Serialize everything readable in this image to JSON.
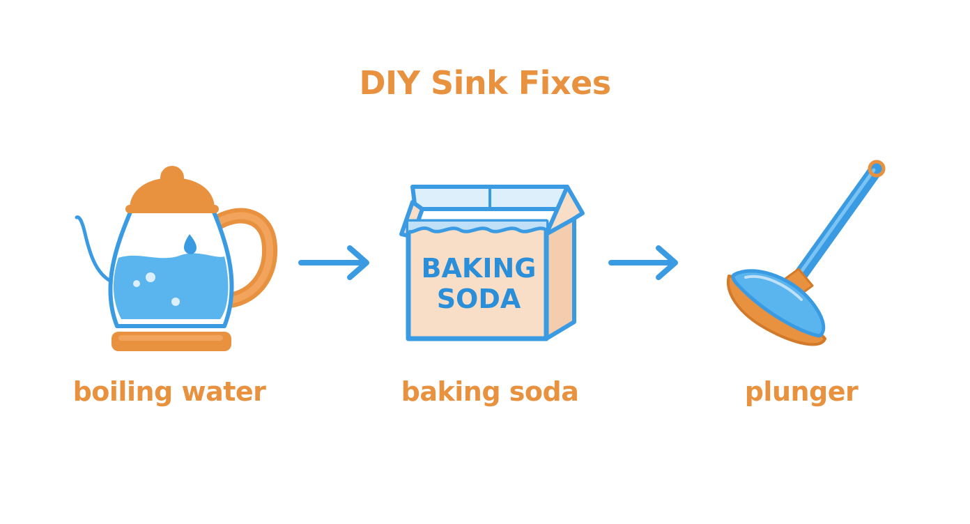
{
  "title": "DIY Sink Fixes",
  "colors": {
    "orange": "#E8913F",
    "blue": "#3A9BE3",
    "light_blue": "#5AB4EE",
    "box_fill": "#F9DEC7"
  },
  "steps": [
    {
      "label": "boiling water",
      "icon": "kettle-icon"
    },
    {
      "label": "baking soda",
      "icon": "baking-soda-box-icon",
      "box_text": [
        "BAKING",
        "SODA"
      ]
    },
    {
      "label": "plunger",
      "icon": "plunger-icon"
    }
  ],
  "connectors": [
    "arrow-right-icon",
    "arrow-right-icon"
  ]
}
